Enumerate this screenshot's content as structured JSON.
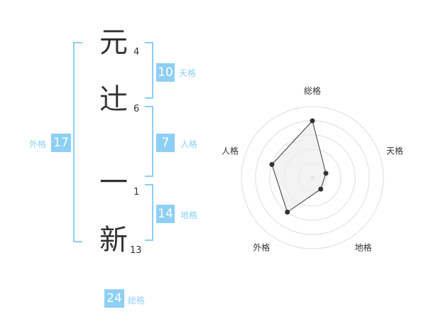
{
  "name": {
    "characters": [
      {
        "char": "元",
        "strokes": "4"
      },
      {
        "char": "辻",
        "strokes": "6"
      },
      {
        "char": "一",
        "strokes": "1"
      },
      {
        "char": "新",
        "strokes": "13"
      }
    ]
  },
  "fortune": {
    "tenkaku": {
      "label": "天格",
      "value": "10"
    },
    "jinkaku": {
      "label": "人格",
      "value": "7"
    },
    "chikaku": {
      "label": "地格",
      "value": "14"
    },
    "gaikaku": {
      "label": "外格",
      "value": "17"
    },
    "soukaku": {
      "label": "総格",
      "value": "24"
    }
  },
  "colors": {
    "accent": "#8dcff5",
    "text": "#333333",
    "grid": "#dddddd",
    "fill": "#eeeeee",
    "center_dot": "#cccccc"
  },
  "chart_data": {
    "type": "radar",
    "axes": [
      "総格",
      "天格",
      "地格",
      "外格",
      "人格"
    ],
    "values": [
      4,
      1,
      1,
      3,
      3
    ],
    "rmax": 5,
    "rings": 5
  }
}
